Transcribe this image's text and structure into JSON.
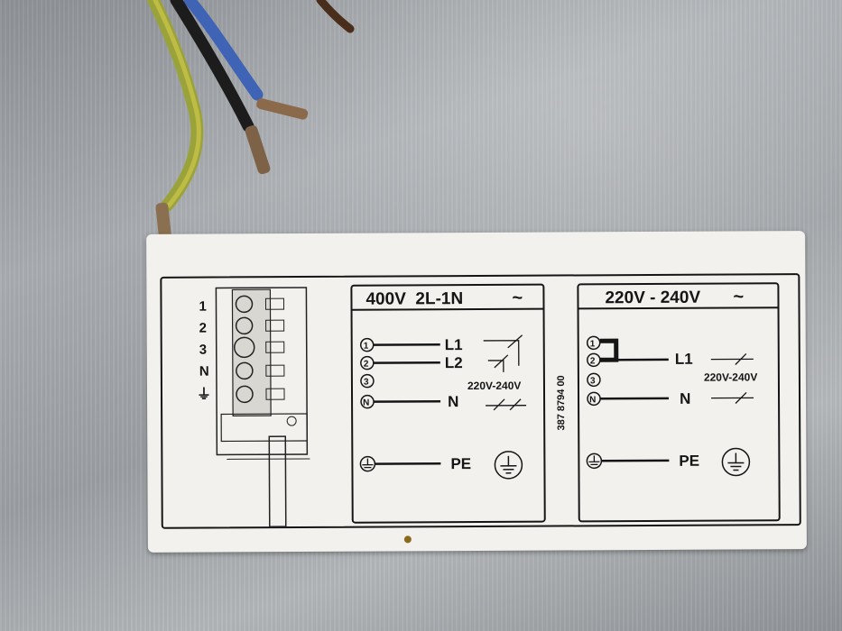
{
  "terminal_block": {
    "pins": [
      "1",
      "2",
      "3",
      "N",
      "⏚"
    ]
  },
  "panel_400v": {
    "header": "400V  2L-1N",
    "tilde": "~",
    "terminals": [
      "1",
      "2",
      "3",
      "N"
    ],
    "lines": {
      "l1": "L1",
      "l2": "L2",
      "n": "N",
      "pe": "PE"
    },
    "voltage": "220V-240V"
  },
  "serial": "387 8794 00",
  "panel_230v": {
    "header": "220V - 240V",
    "tilde": "~",
    "terminals": [
      "1",
      "2",
      "3",
      "N"
    ],
    "lines": {
      "l1": "L1",
      "n": "N",
      "pe": "PE"
    },
    "voltage": "220V-240V"
  },
  "colors": {
    "label_bg": "#f2f1ed",
    "ink": "#151515",
    "wire_blue": "#3f63b5",
    "wire_black": "#1c1c1c",
    "wire_yellow_green": "#9aa33a",
    "wire_brown": "#4a2e1c"
  }
}
